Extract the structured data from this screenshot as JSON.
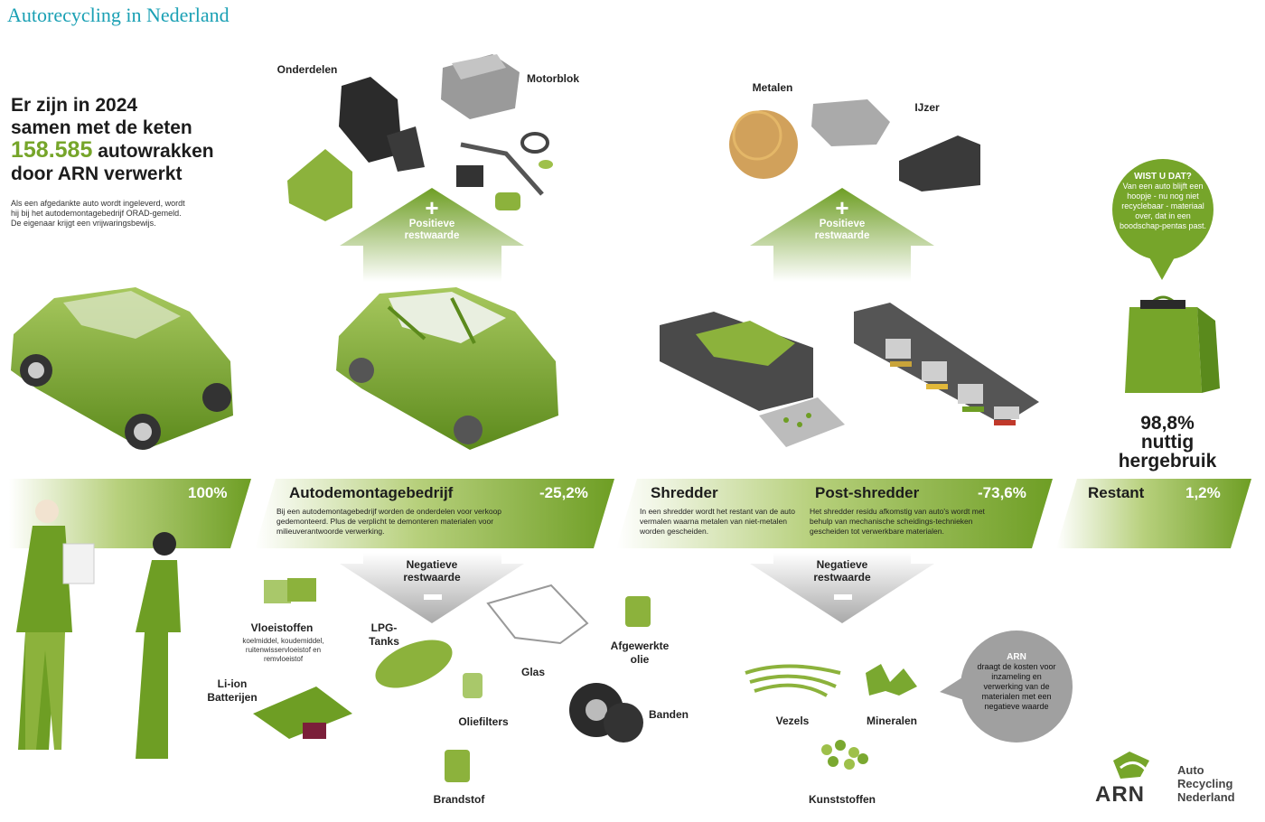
{
  "title": "Autorecycling in Nederland",
  "headline": {
    "line1": "Er zijn in 2024",
    "line2": "samen met de keten",
    "number": "158.585",
    "line3_rest": " autowrakken",
    "line4": "door ARN verwerkt"
  },
  "intro": "Als een afgedankte auto wordt ingeleverd, wordt hij bij het autodemontagebedrijf ORAD-gemeld. De eigenaar krijgt een vrijwaringsbewijs.",
  "top_labels": {
    "onderdelen": "Onderdelen",
    "motorblok": "Motorblok",
    "metalen": "Metalen",
    "ijzer": "IJzer"
  },
  "positive_arrow": {
    "plus": "+",
    "label1": "Positieve",
    "label2": "restwaarde"
  },
  "negative_arrow": {
    "label1": "Negatieve",
    "label2": "restwaarde",
    "minus": "−"
  },
  "wist_u_dat": {
    "heading": "WIST U DAT?",
    "text": "Van een auto blijft een hoopje - nu nog niet recyclebaar - materiaal over, dat in een boodschap-pentas past."
  },
  "hergebruik": {
    "percent": "98,8%",
    "word1": "nuttig",
    "word2": "hergebruik"
  },
  "band": {
    "start_percent": "100%",
    "demontage_title": "Autodemontagebedrijf",
    "demontage_percent": "-25,2%",
    "demontage_desc": "Bij een autodemontagebedrijf worden de onderdelen voor verkoop gedemonteerd. Plus de verplicht te demonteren materialen voor milieuverantwoorde verwerking.",
    "shredder_title": "Shredder",
    "shredder_desc": "In een shredder wordt het restant van de auto vermalen waarna metalen van niet-metalen worden gescheiden.",
    "postshredder_title": "Post-shredder",
    "postshredder_percent": "-73,6%",
    "postshredder_desc": "Het shredder residu afkomstig van auto's wordt met behulp van mechanische scheidings-technieken gescheiden tot verwerkbare materialen.",
    "restant_title": "Restant",
    "restant_percent": "1,2%"
  },
  "demontage_items": {
    "vloeistoffen": "Vloeistoffen",
    "vloeistoffen_sub": "koelmiddel, koudemiddel, ruitenwisservloeistof en remvloeistof",
    "liion": "Li-ion Batterijen",
    "lpg1": "LPG-",
    "lpg2": "Tanks",
    "glas": "Glas",
    "olie1": "Afgewerkte",
    "olie2": "olie",
    "oliefilters": "Oliefilters",
    "banden": "Banden",
    "brandstof": "Brandstof"
  },
  "shredder_items": {
    "vezels": "Vezels",
    "mineralen": "Mineralen",
    "kunststoffen": "Kunststoffen"
  },
  "arn_bubble": {
    "heading": "ARN",
    "text": "draagt de kosten voor inzameling en verwerking van de materialen met een negatieve waarde"
  },
  "logo": {
    "letters": "ARN",
    "line1": "Auto",
    "line2": "Recycling",
    "line3": "Nederland"
  },
  "colors": {
    "green": "#76a52a",
    "dark_green": "#5a8a1c",
    "light_green": "#a9c86a",
    "title_teal": "#1aa0b4",
    "grey": "#9a9a9a"
  }
}
